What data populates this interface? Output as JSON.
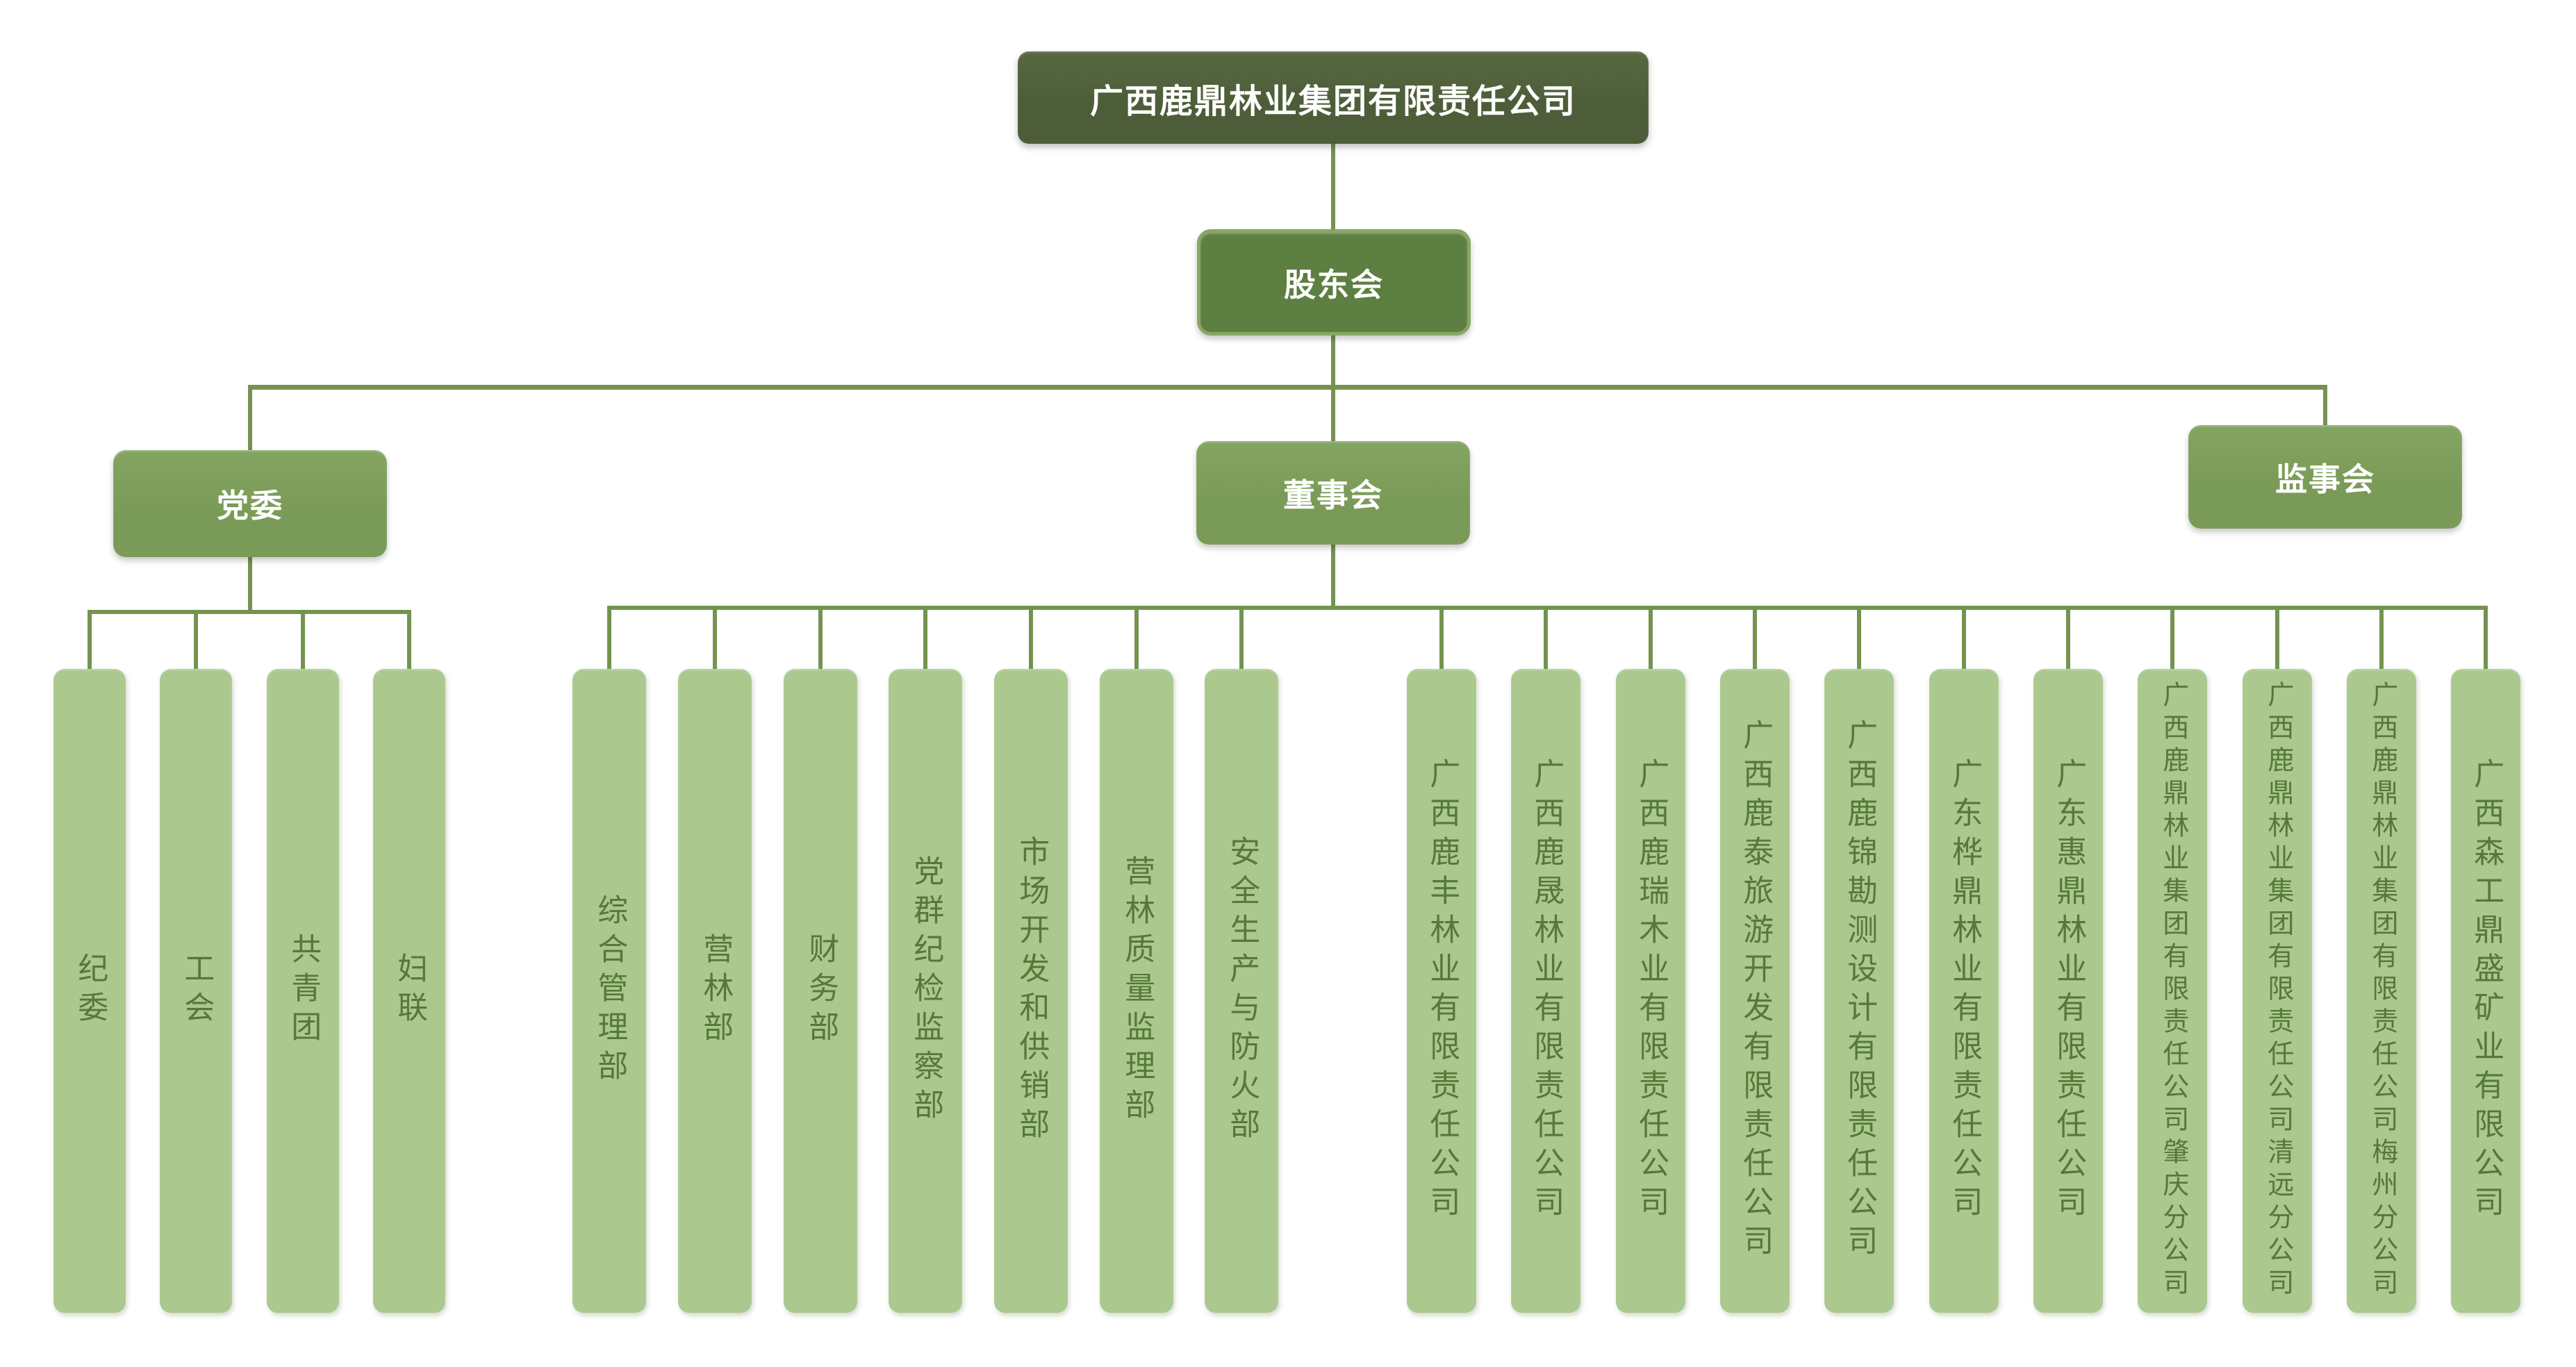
{
  "org": {
    "root": {
      "label": "广西鹿鼎林业集团有限责任公司"
    },
    "shareholders": {
      "label": "股东会"
    },
    "party": {
      "label": "党委"
    },
    "board": {
      "label": "董事会"
    },
    "supervisors": {
      "label": "监事会"
    },
    "party_children": [
      {
        "label": "纪委"
      },
      {
        "label": "工会"
      },
      {
        "label": "共青团"
      },
      {
        "label": "妇联"
      }
    ],
    "departments": [
      {
        "label": "综合管理部"
      },
      {
        "label": "营林部"
      },
      {
        "label": "财务部"
      },
      {
        "label": "党群纪检监察部"
      },
      {
        "label": "市场开发和供销部"
      },
      {
        "label": "营林质量监理部"
      },
      {
        "label": "安全生产与防火部"
      }
    ],
    "subsidiaries": [
      {
        "label": "广西鹿丰林业有限责任公司"
      },
      {
        "label": "广西鹿晟林业有限责任公司"
      },
      {
        "label": "广西鹿瑞木业有限责任公司"
      },
      {
        "label": "广西鹿泰旅游开发有限责任公司"
      },
      {
        "label": "广西鹿锦勘测设计有限责任公司"
      },
      {
        "label": "广东桦鼎林业有限责任公司"
      },
      {
        "label": "广东惠鼎林业有限责任公司"
      },
      {
        "label": "广西鹿鼎林业集团有限责任公司肇庆分公司"
      },
      {
        "label": "广西鹿鼎林业集团有限责任公司清远分公司"
      },
      {
        "label": "广西鹿鼎林业集团有限责任公司梅州分公司"
      },
      {
        "label": "广西森工鼎盛矿业有限公司"
      }
    ]
  },
  "colors": {
    "background": "#ffffff",
    "root_box": "#4d5d39",
    "shareholders_box": "#5d7f41",
    "level2_box": "#7a9b57",
    "leaf_box": "#abc88e",
    "leaf_text": "#567939",
    "connector": "#75934f",
    "heading_text": "#ffffff"
  }
}
